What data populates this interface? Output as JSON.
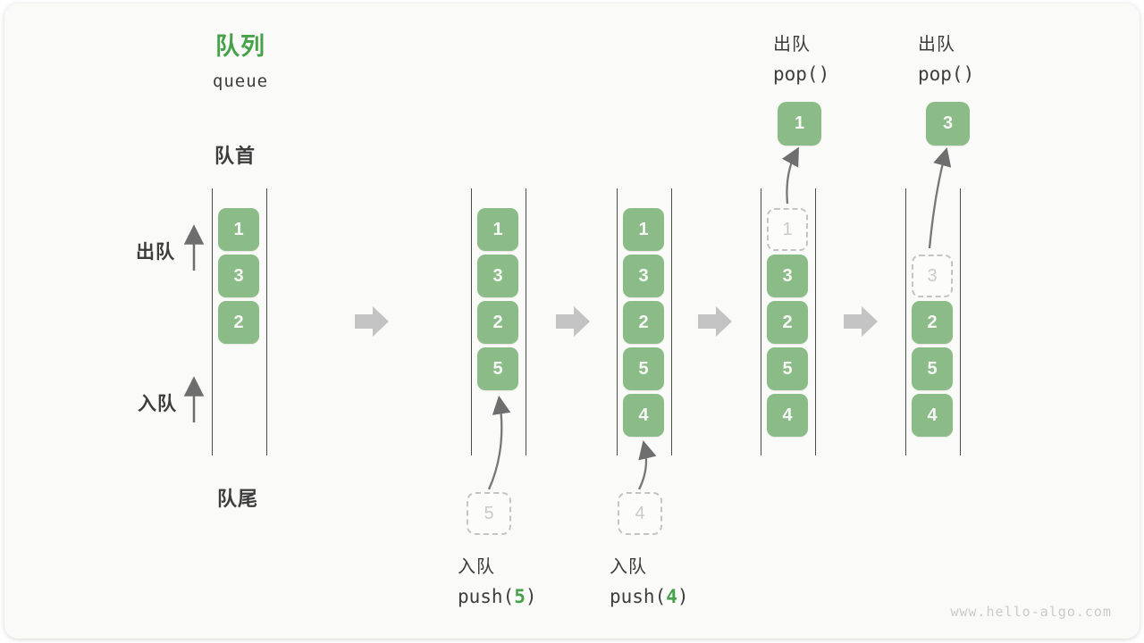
{
  "header": {
    "title_zh": "队列",
    "title_en": "queue"
  },
  "side_labels": {
    "front": "队首",
    "rear": "队尾",
    "dequeue": "出队",
    "enqueue": "入队"
  },
  "colors": {
    "accent": "#47A14B",
    "boxgreen": "#8BBC88",
    "boxtext": "#F8F8F6",
    "dark": "#3D3D3D",
    "line": "#4C4C4C",
    "thinarrow": "#757575",
    "blockarrow": "#C3C3C3",
    "dashedb": "#C4C4C4",
    "dashedt": "#CACACA",
    "watermark": "#CBCBCB",
    "cardbg": "#FAFAF8"
  },
  "diagram": {
    "states": [
      {
        "cells": [
          "1",
          "3",
          "2"
        ]
      },
      {
        "cells": [
          "1",
          "3",
          "2",
          "5"
        ],
        "staging": "5"
      },
      {
        "cells": [
          "1",
          "3",
          "2",
          "5",
          "4"
        ],
        "staging": "4"
      },
      {
        "ghost": "1",
        "cells": [
          "3",
          "2",
          "5",
          "4"
        ],
        "popped": "1"
      },
      {
        "ghost": "3",
        "cells": [
          "2",
          "5",
          "4"
        ],
        "popped": "3"
      }
    ],
    "operations": {
      "push_5": {
        "label": "入队",
        "code_pre": "push(",
        "arg": "5",
        "code_post": ")"
      },
      "push_4": {
        "label": "入队",
        "code_pre": "push(",
        "arg": "4",
        "code_post": ")"
      },
      "pop_1": {
        "label": "出队",
        "code": "pop()"
      },
      "pop_2": {
        "label": "出队",
        "code": "pop()"
      }
    }
  },
  "page": {
    "watermark": "www.hello-algo.com"
  }
}
